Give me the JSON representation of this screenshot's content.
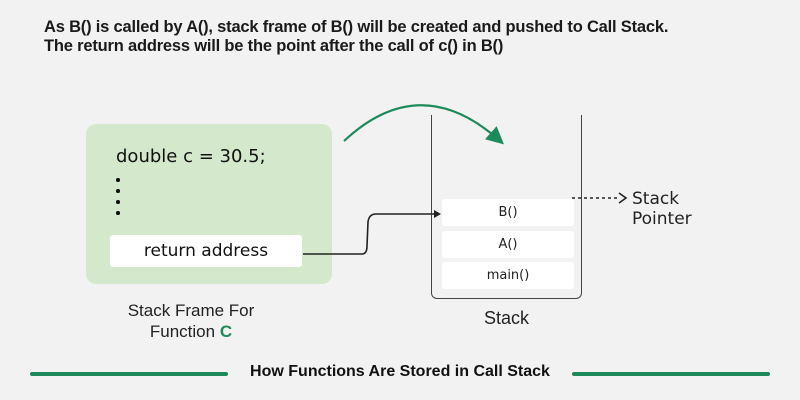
{
  "heading": {
    "line1": "As B() is called by A(), stack frame of B() will be created and pushed to Call Stack.",
    "line2": "The return address will be the point after the call of c() in B()"
  },
  "stack_frame": {
    "code_line": "double  c = 30.5;",
    "return_address_label": "return address",
    "label_line1": "Stack Frame For",
    "label_line2_prefix": "Function ",
    "label_function_name": "C"
  },
  "stack": {
    "slots": [
      "B()",
      "A()",
      "main()"
    ],
    "label": "Stack",
    "pointer_label_line1": "Stack",
    "pointer_label_line2": "Pointer"
  },
  "footer": {
    "title": "How Functions Are Stored in Call Stack"
  },
  "colors": {
    "accent_green": "#1c8a5a",
    "frame_bg": "#d4e9cc",
    "background": "#f2f2f2"
  }
}
